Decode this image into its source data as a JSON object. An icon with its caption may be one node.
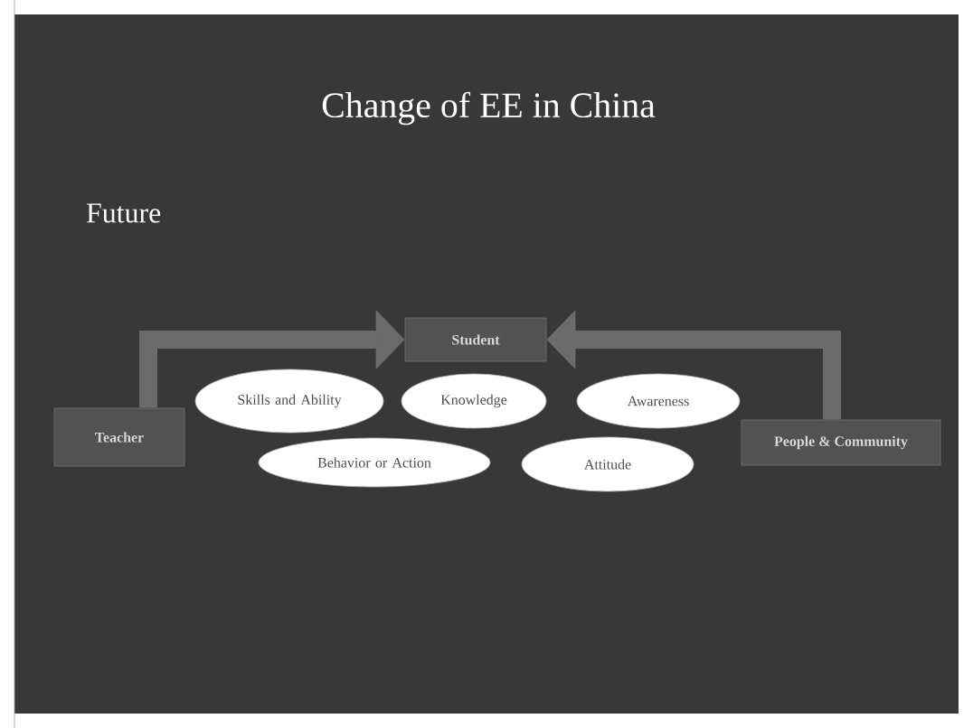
{
  "diagram": {
    "title": "Change of EE in China",
    "nodes": [
      {
        "text": [
          "Student"
        ]
      },
      {
        "text": [
          "Teacher"
        ]
      },
      {
        "text": [
          "People & Community"
        ]
      },
      {
        "text": [
          "Skills and Ability"
        ]
      },
      {
        "text": [
          "Knowledge"
        ]
      },
      {
        "text": [
          "Awareness"
        ]
      },
      {
        "text": [
          "Behavior or Action"
        ]
      },
      {
        "text": [
          "Attitude"
        ]
      }
    ],
    "edges": [
      {
        "from": 1,
        "to": 0,
        "arrow": "to"
      },
      {
        "from": 2,
        "to": 0,
        "arrow": "to"
      }
    ],
    "labels": [
      "Future"
    ]
  }
}
